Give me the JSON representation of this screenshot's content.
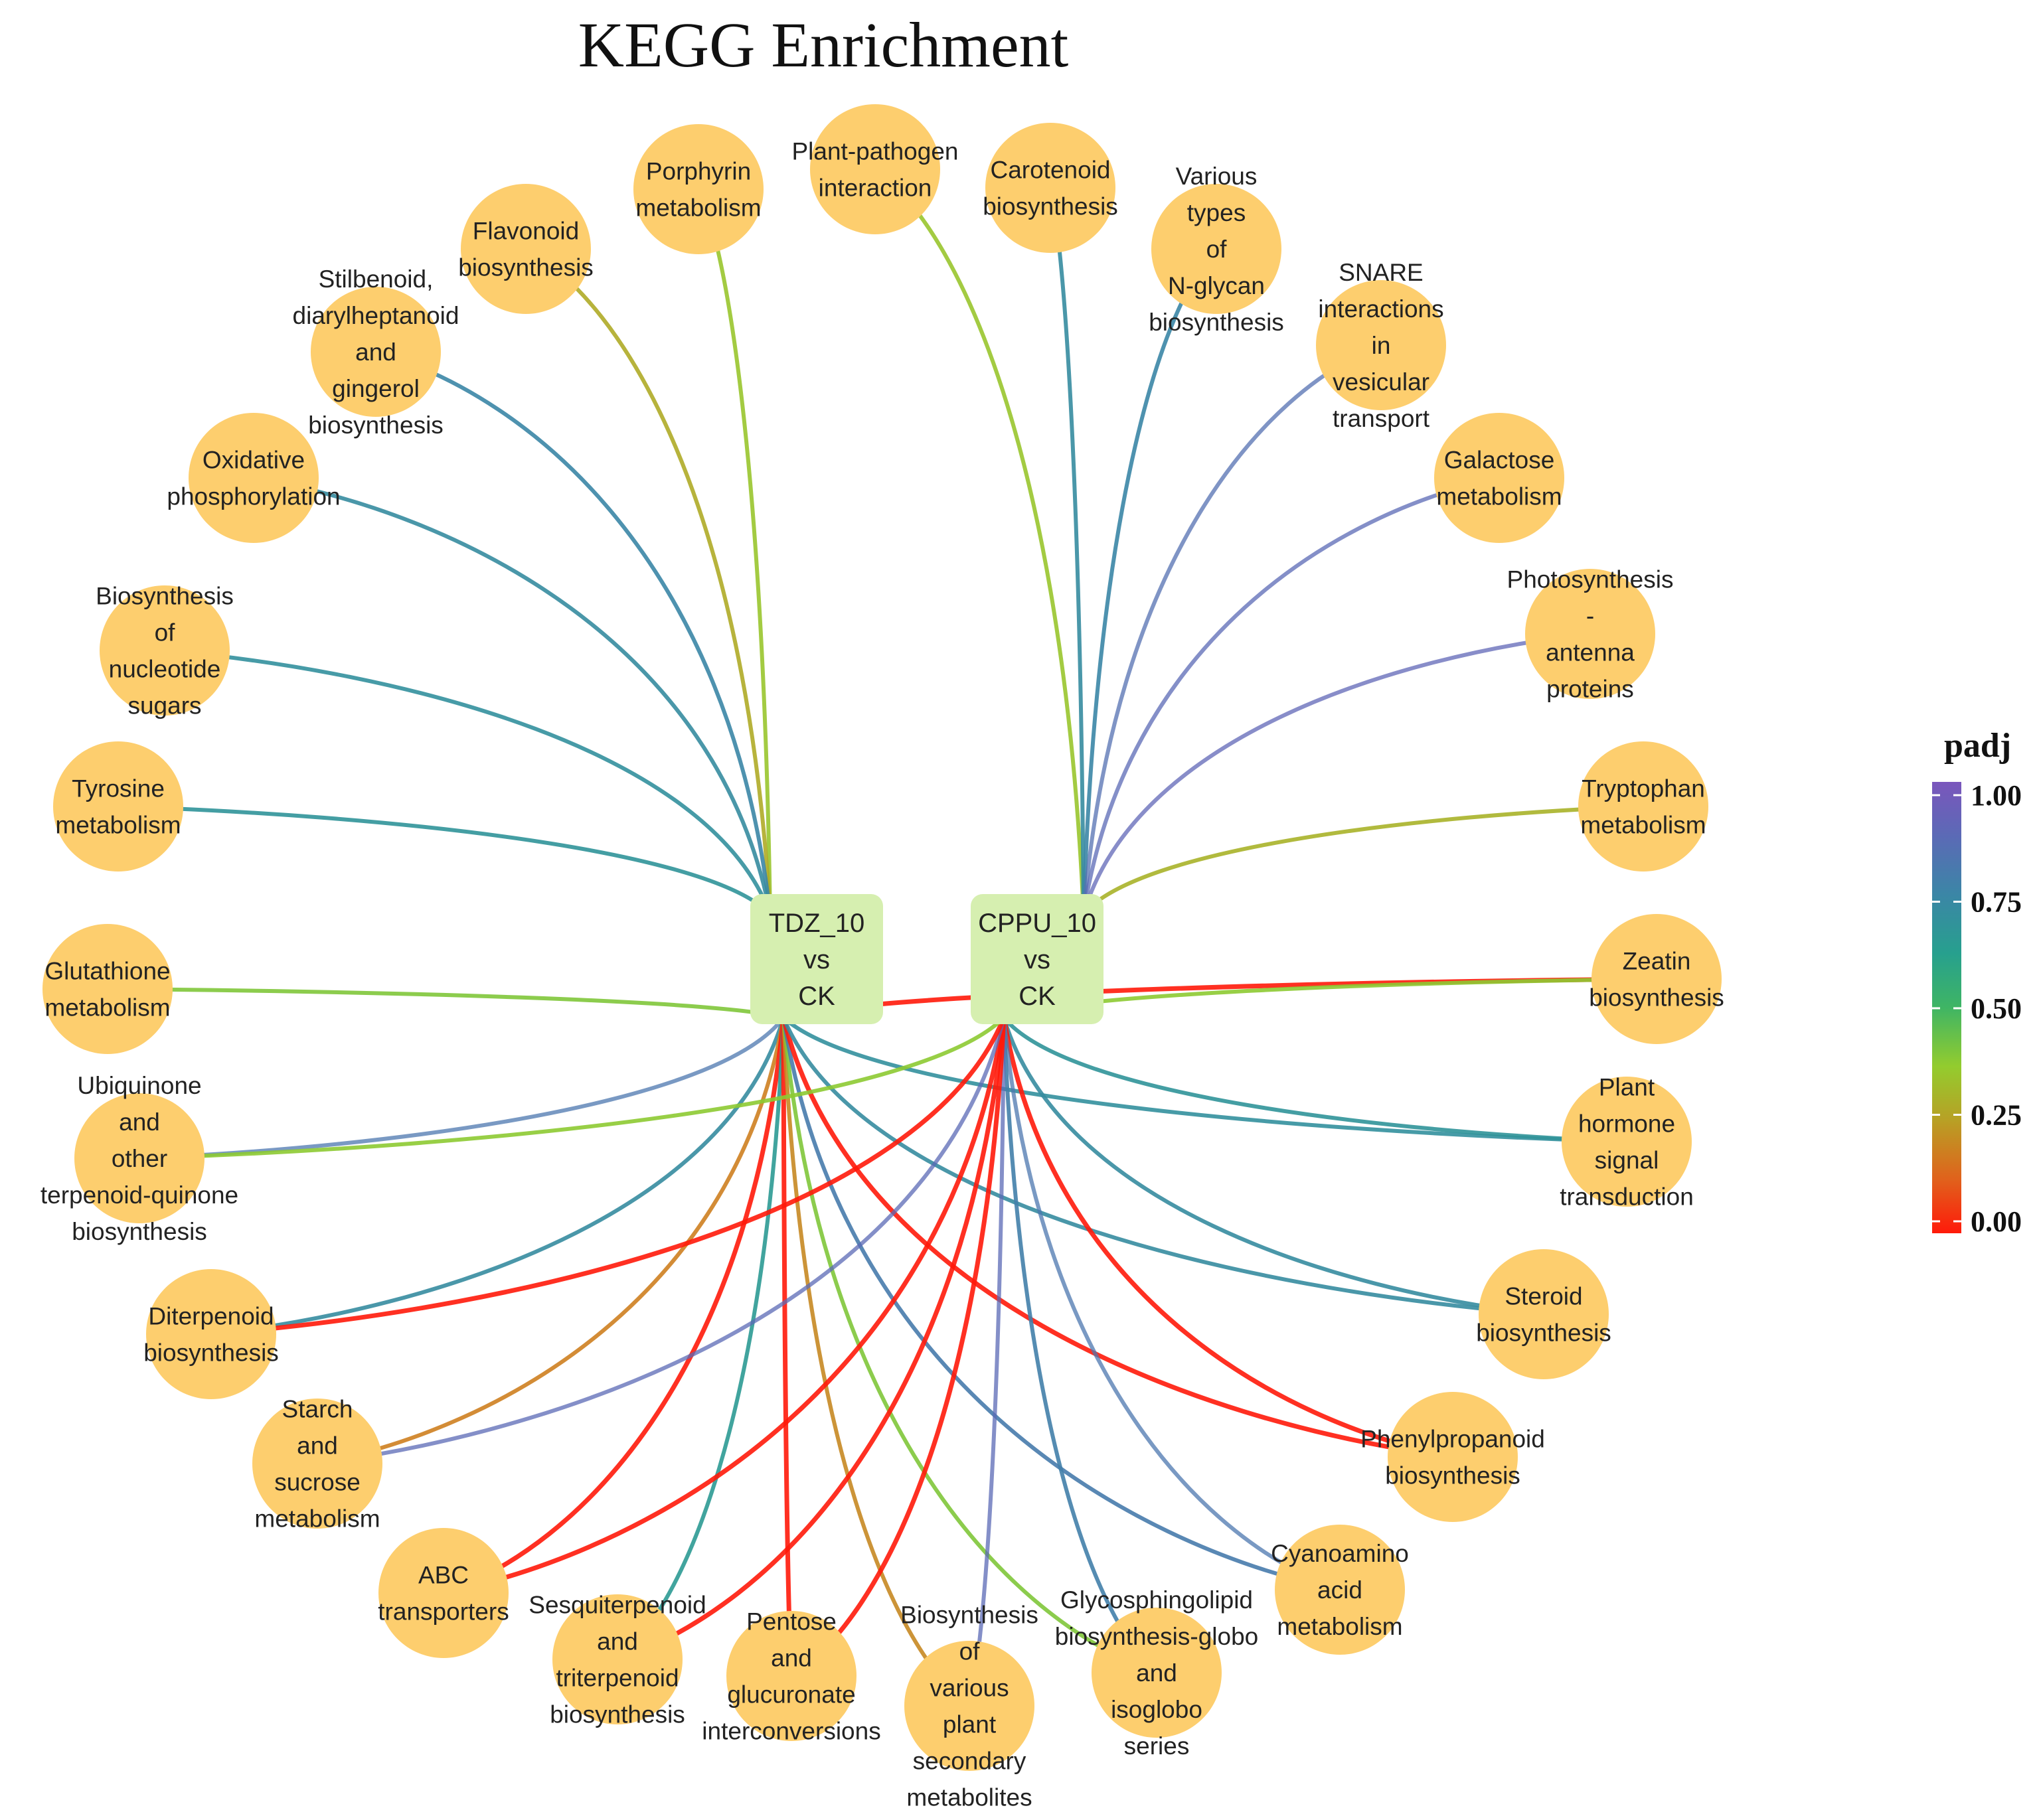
{
  "title": "KEGG Enrichment",
  "colors": {
    "node_fill": "#FDCE6E",
    "center_fill": "#D6EFB0",
    "scale_stops": [
      "#FF1A0A",
      "#E0621C",
      "#B8A025",
      "#93CC2E",
      "#3FB564",
      "#27A08E",
      "#3B86A6",
      "#5B6AB6",
      "#7A56BC"
    ]
  },
  "legend": {
    "title": "padj",
    "ticks": [
      "1.00",
      "0.75",
      "0.50",
      "0.25",
      "0.00"
    ]
  },
  "centers": [
    {
      "id": "TDZ",
      "lines": [
        "TDZ_10",
        "vs",
        "CK"
      ]
    },
    {
      "id": "CPPU",
      "lines": [
        "CPPU_10",
        "vs",
        "CK"
      ]
    }
  ],
  "nodes": [
    {
      "id": "porphyrin",
      "lines": [
        "Porphyrin",
        "metabolism"
      ]
    },
    {
      "id": "plantpathogen",
      "lines": [
        "Plant-pathogen",
        "interaction"
      ]
    },
    {
      "id": "carotenoid",
      "lines": [
        "Carotenoid",
        "biosynthesis"
      ]
    },
    {
      "id": "nglycan",
      "lines": [
        "Various",
        "types",
        "of",
        "N-glycan",
        "biosynthesis"
      ]
    },
    {
      "id": "flavonoid",
      "lines": [
        "Flavonoid",
        "biosynthesis"
      ]
    },
    {
      "id": "stilbenoid",
      "lines": [
        "Stilbenoid,",
        "diarylheptanoid",
        "and",
        "gingerol",
        "biosynthesis"
      ]
    },
    {
      "id": "snare",
      "lines": [
        "SNARE",
        "interactions",
        "in",
        "vesicular",
        "transport"
      ]
    },
    {
      "id": "oxidative",
      "lines": [
        "Oxidative",
        "phosphorylation"
      ]
    },
    {
      "id": "galactose",
      "lines": [
        "Galactose",
        "metabolism"
      ]
    },
    {
      "id": "nucleotide",
      "lines": [
        "Biosynthesis",
        "of",
        "nucleotide",
        "sugars"
      ]
    },
    {
      "id": "photosynthesis",
      "lines": [
        "Photosynthesis",
        "-",
        "antenna",
        "proteins"
      ]
    },
    {
      "id": "tyrosine",
      "lines": [
        "Tyrosine",
        "metabolism"
      ]
    },
    {
      "id": "tryptophan",
      "lines": [
        "Tryptophan",
        "metabolism"
      ]
    },
    {
      "id": "glutathione",
      "lines": [
        "Glutathione",
        "metabolism"
      ]
    },
    {
      "id": "zeatin",
      "lines": [
        "Zeatin",
        "biosynthesis"
      ]
    },
    {
      "id": "ubiquinone",
      "lines": [
        "Ubiquinone",
        "and",
        "other",
        "terpenoid-quinone",
        "biosynthesis"
      ]
    },
    {
      "id": "planthormone",
      "lines": [
        "Plant",
        "hormone",
        "signal",
        "transduction"
      ]
    },
    {
      "id": "diterpenoid",
      "lines": [
        "Diterpenoid",
        "biosynthesis"
      ]
    },
    {
      "id": "steroid",
      "lines": [
        "Steroid",
        "biosynthesis"
      ]
    },
    {
      "id": "starch",
      "lines": [
        "Starch",
        "and",
        "sucrose",
        "metabolism"
      ]
    },
    {
      "id": "phenylpropanoid",
      "lines": [
        "Phenylpropanoid",
        "biosynthesis"
      ]
    },
    {
      "id": "abc",
      "lines": [
        "ABC",
        "transporters"
      ]
    },
    {
      "id": "cyanoamino",
      "lines": [
        "Cyanoamino",
        "acid",
        "metabolism"
      ]
    },
    {
      "id": "sesquiterpenoid",
      "lines": [
        "Sesquiterpenoid",
        "and",
        "triterpenoid",
        "biosynthesis"
      ]
    },
    {
      "id": "pentose",
      "lines": [
        "Pentose",
        "and",
        "glucuronate",
        "interconversions"
      ]
    },
    {
      "id": "secondary",
      "lines": [
        "Biosynthesis",
        "of",
        "various",
        "plant",
        "secondary",
        "metabolites"
      ]
    },
    {
      "id": "glycosphingolipid",
      "lines": [
        "Glycosphingolipid",
        "biosynthesis-globo",
        "and",
        "isoglobo",
        "series"
      ]
    }
  ],
  "edges": [
    {
      "from": "TDZ",
      "to": "porphyrin",
      "padj": 0.35
    },
    {
      "from": "TDZ",
      "to": "flavonoid",
      "padj": 0.28
    },
    {
      "from": "TDZ",
      "to": "stilbenoid",
      "padj": 0.75
    },
    {
      "from": "TDZ",
      "to": "oxidative",
      "padj": 0.72
    },
    {
      "from": "TDZ",
      "to": "nucleotide",
      "padj": 0.7
    },
    {
      "from": "TDZ",
      "to": "tyrosine",
      "padj": 0.68
    },
    {
      "from": "TDZ",
      "to": "glutathione",
      "padj": 0.4
    },
    {
      "from": "TDZ",
      "to": "ubiquinone",
      "padj": 0.82
    },
    {
      "from": "TDZ",
      "to": "diterpenoid",
      "padj": 0.72
    },
    {
      "from": "TDZ",
      "to": "starch",
      "padj": 0.18
    },
    {
      "from": "TDZ",
      "to": "abc",
      "padj": 0.0
    },
    {
      "from": "TDZ",
      "to": "sesquiterpenoid",
      "padj": 0.65
    },
    {
      "from": "TDZ",
      "to": "pentose",
      "padj": 0.0
    },
    {
      "from": "TDZ",
      "to": "secondary",
      "padj": 0.2
    },
    {
      "from": "TDZ",
      "to": "glycosphingolipid",
      "padj": 0.4
    },
    {
      "from": "TDZ",
      "to": "cyanoamino",
      "padj": 0.8
    },
    {
      "from": "TDZ",
      "to": "phenylpropanoid",
      "padj": 0.0
    },
    {
      "from": "TDZ",
      "to": "steroid",
      "padj": 0.72
    },
    {
      "from": "TDZ",
      "to": "planthormone",
      "padj": 0.7
    },
    {
      "from": "TDZ",
      "to": "zeatin",
      "padj": 0.0
    },
    {
      "from": "CPPU",
      "to": "plantpathogen",
      "padj": 0.35
    },
    {
      "from": "CPPU",
      "to": "carotenoid",
      "padj": 0.72
    },
    {
      "from": "CPPU",
      "to": "nglycan",
      "padj": 0.75
    },
    {
      "from": "CPPU",
      "to": "snare",
      "padj": 0.85
    },
    {
      "from": "CPPU",
      "to": "galactose",
      "padj": 0.88
    },
    {
      "from": "CPPU",
      "to": "photosynthesis",
      "padj": 0.9
    },
    {
      "from": "CPPU",
      "to": "tryptophan",
      "padj": 0.3
    },
    {
      "from": "CPPU",
      "to": "zeatin",
      "padj": 0.38
    },
    {
      "from": "CPPU",
      "to": "planthormone",
      "padj": 0.68
    },
    {
      "from": "CPPU",
      "to": "steroid",
      "padj": 0.72
    },
    {
      "from": "CPPU",
      "to": "phenylpropanoid",
      "padj": 0.0
    },
    {
      "from": "CPPU",
      "to": "cyanoamino",
      "padj": 0.82
    },
    {
      "from": "CPPU",
      "to": "glycosphingolipid",
      "padj": 0.78
    },
    {
      "from": "CPPU",
      "to": "secondary",
      "padj": 0.88
    },
    {
      "from": "CPPU",
      "to": "pentose",
      "padj": 0.0
    },
    {
      "from": "CPPU",
      "to": "sesquiterpenoid",
      "padj": 0.0
    },
    {
      "from": "CPPU",
      "to": "abc",
      "padj": 0.0
    },
    {
      "from": "CPPU",
      "to": "starch",
      "padj": 0.88
    },
    {
      "from": "CPPU",
      "to": "diterpenoid",
      "padj": 0.0
    },
    {
      "from": "CPPU",
      "to": "ubiquinone",
      "padj": 0.38
    }
  ]
}
